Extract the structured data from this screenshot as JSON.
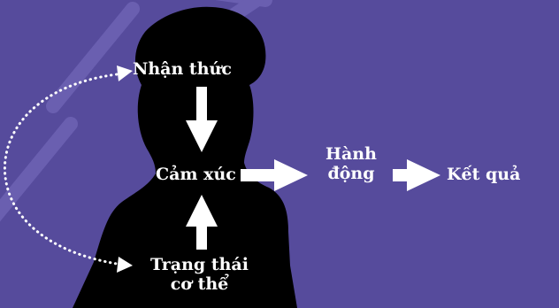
{
  "diagram": {
    "perception": "Nhận thức",
    "emotion": "Cảm xúc",
    "action_line1": "Hành",
    "action_line2": "động",
    "result": "Kết quả",
    "body_state_line1": "Trạng thái",
    "body_state_line2": "cơ thể"
  },
  "colors": {
    "background": "#564b9c",
    "silhouette": "#000000",
    "text": "#ffffff",
    "arrows": "#ffffff",
    "watermark": "#6a5fb0"
  },
  "icons": {
    "silhouette": "woman-silhouette-icon"
  }
}
